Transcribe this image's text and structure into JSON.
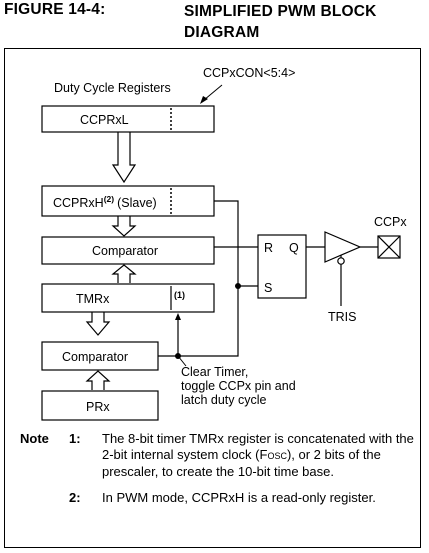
{
  "header": {
    "figure_label": "FIGURE 14-4:",
    "title_line1": "SIMPLIFIED PWM BLOCK",
    "title_line2": "DIAGRAM"
  },
  "diagram": {
    "duty_cycle_label": "Duty Cycle Registers",
    "ccpxcon_label": "CCPxCON<5:4>",
    "ccprxl_label": "CCPRxL",
    "ccprxh_label": "CCPRxH",
    "ccprxh_sup": "(2)",
    "ccprxh_suffix": "(Slave)",
    "comparator_top_label": "Comparator",
    "tmrx_label": "TMRx",
    "tmrx_note_ref": "(1)",
    "comparator_bottom_label": "Comparator",
    "prx_label": "PRx",
    "latch_r": "R",
    "latch_q": "Q",
    "latch_s": "S",
    "ccpx_label": "CCPx",
    "tris_label": "TRIS",
    "clear_timer_line1": "Clear Timer,",
    "clear_timer_line2": "toggle CCPx pin and",
    "clear_timer_line3": "latch duty cycle"
  },
  "notes": {
    "note_label": "Note",
    "items": [
      {
        "number": "1:",
        "text_before": "The 8-bit timer TMRx register is concatenated with the 2-bit internal system clock (",
        "text_osc": "Fosc",
        "text_after": "), or 2 bits of the prescaler, to create the 10-bit time base."
      },
      {
        "number": "2:",
        "text": "In PWM mode, CCPRxH is a read-only register."
      }
    ]
  }
}
